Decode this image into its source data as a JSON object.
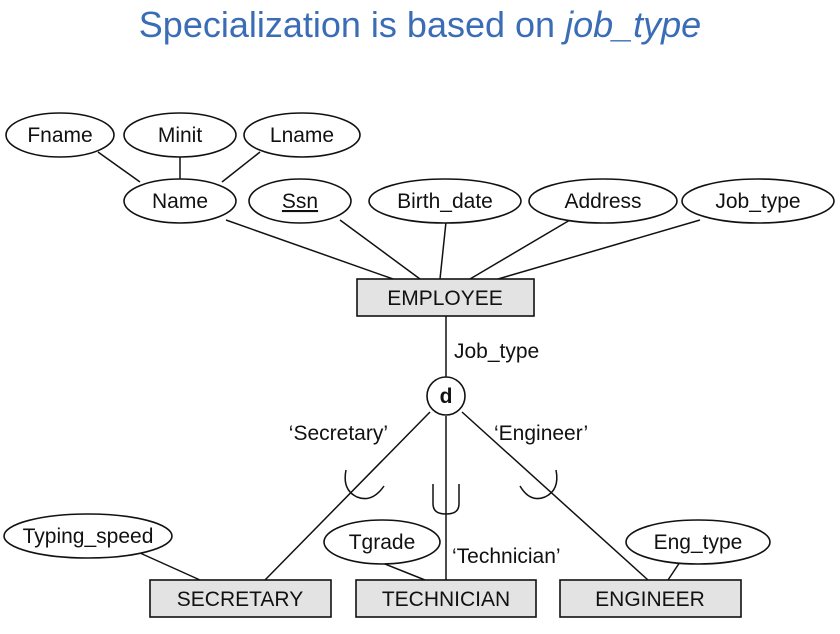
{
  "title": {
    "prefix": "Specialization is based on ",
    "emphasis": "job_type"
  },
  "attributes": {
    "fname": "Fname",
    "minit": "Minit",
    "lname": "Lname",
    "name": "Name",
    "ssn": "Ssn",
    "birth_date": "Birth_date",
    "address": "Address",
    "job_type": "Job_type",
    "typing_speed": "Typing_speed",
    "tgrade": "Tgrade",
    "eng_type": "Eng_type"
  },
  "entities": {
    "employee": "EMPLOYEE",
    "secretary": "SECRETARY",
    "technician": "TECHNICIAN",
    "engineer": "ENGINEER"
  },
  "specialization": {
    "defining_attribute": "Job_type",
    "disjoint_symbol": "d",
    "secretary_condition": "‘Secretary’",
    "technician_condition": "‘Technician’",
    "engineer_condition": "‘Engineer’"
  }
}
